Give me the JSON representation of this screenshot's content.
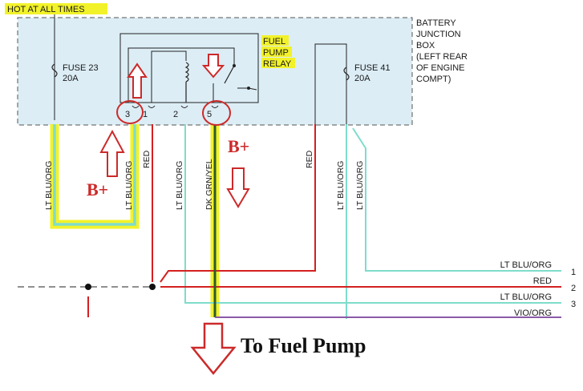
{
  "header": {
    "hot_label": "HOT AT ALL TIMES"
  },
  "junction_box": {
    "lines": [
      "BATTERY",
      "JUNCTION",
      "BOX",
      "(LEFT REAR",
      "OF ENGINE",
      "COMPT)"
    ]
  },
  "fuse_23": {
    "name": "FUSE 23",
    "rating": "20A"
  },
  "fuse_41": {
    "name": "FUSE 41",
    "rating": "20A"
  },
  "relay": {
    "lines": [
      "FUEL",
      "PUMP",
      "RELAY"
    ]
  },
  "pins": {
    "p3": "3",
    "p1": "1",
    "p2": "2",
    "p5": "5"
  },
  "wires": {
    "w1": "LT BLU/ORG",
    "w2": "LT BLU/ORG",
    "w3": "RED",
    "w4": "LT BLU/ORG",
    "w5": "DK GRN/YEL",
    "w6": "RED",
    "w7": "LT BLU/ORG",
    "w8": "LT BLU/ORG"
  },
  "right_wires": [
    {
      "label": "LT BLU/ORG",
      "num": "1"
    },
    {
      "label": "RED",
      "num": "2"
    },
    {
      "label": "LT BLU/ORG",
      "num": "3"
    },
    {
      "label": "VIO/ORG",
      "num": ""
    }
  ],
  "annotations": {
    "bplus_left": "B+",
    "bplus_right": "B+",
    "to_fuel_pump": "To Fuel Pump"
  },
  "colors": {
    "red": "#d42020",
    "cyan": "#7fdccc",
    "highlight": "#f2f22a",
    "dkgreen": "#2e5a2e",
    "box_fill": "#dcedf5",
    "annot": "#cc2a2a"
  }
}
